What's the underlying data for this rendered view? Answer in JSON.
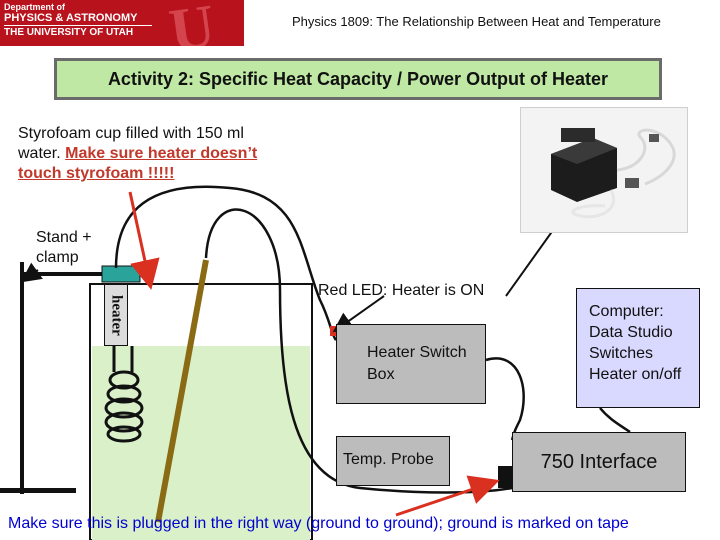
{
  "logo": {
    "line1": "Department of",
    "line2": "PHYSICS & ASTRONOMY",
    "line3": "THE UNIVERSITY OF UTAH",
    "mark": "U"
  },
  "course_title": "Physics 1809: The Relationship Between Heat and Temperature",
  "activity_title": "Activity 2: Specific Heat Capacity / Power Output of Heater",
  "cup_text": {
    "plain": "Styrofoam cup filled with 150 ml water. ",
    "warning": "Make sure heater doesn’t touch styrofoam !!!!!"
  },
  "stand_label": "Stand + clamp",
  "heater_label": "heater",
  "led_label": "Red LED: Heater is ON",
  "switch_box_label": "Heater Switch Box",
  "temp_probe_label": "Temp. Probe",
  "interface_label": "750 Interface",
  "computer_label": "Computer: Data Studio Switches Heater on/off",
  "footer_note": "Make sure this is plugged in the right way (ground to ground); ground is marked on tape",
  "colors": {
    "logo_red": "#b8121c",
    "title_box": "#bfe8a4",
    "cup_water": "#d9f0c8",
    "warning_text": "#c0392b",
    "footer_text": "#0000d0",
    "computer_box": "#d9d9ff",
    "panel_gray": "#bcbcbc",
    "arrow_red": "#d93020",
    "probe_rod": "#8a6b14"
  }
}
